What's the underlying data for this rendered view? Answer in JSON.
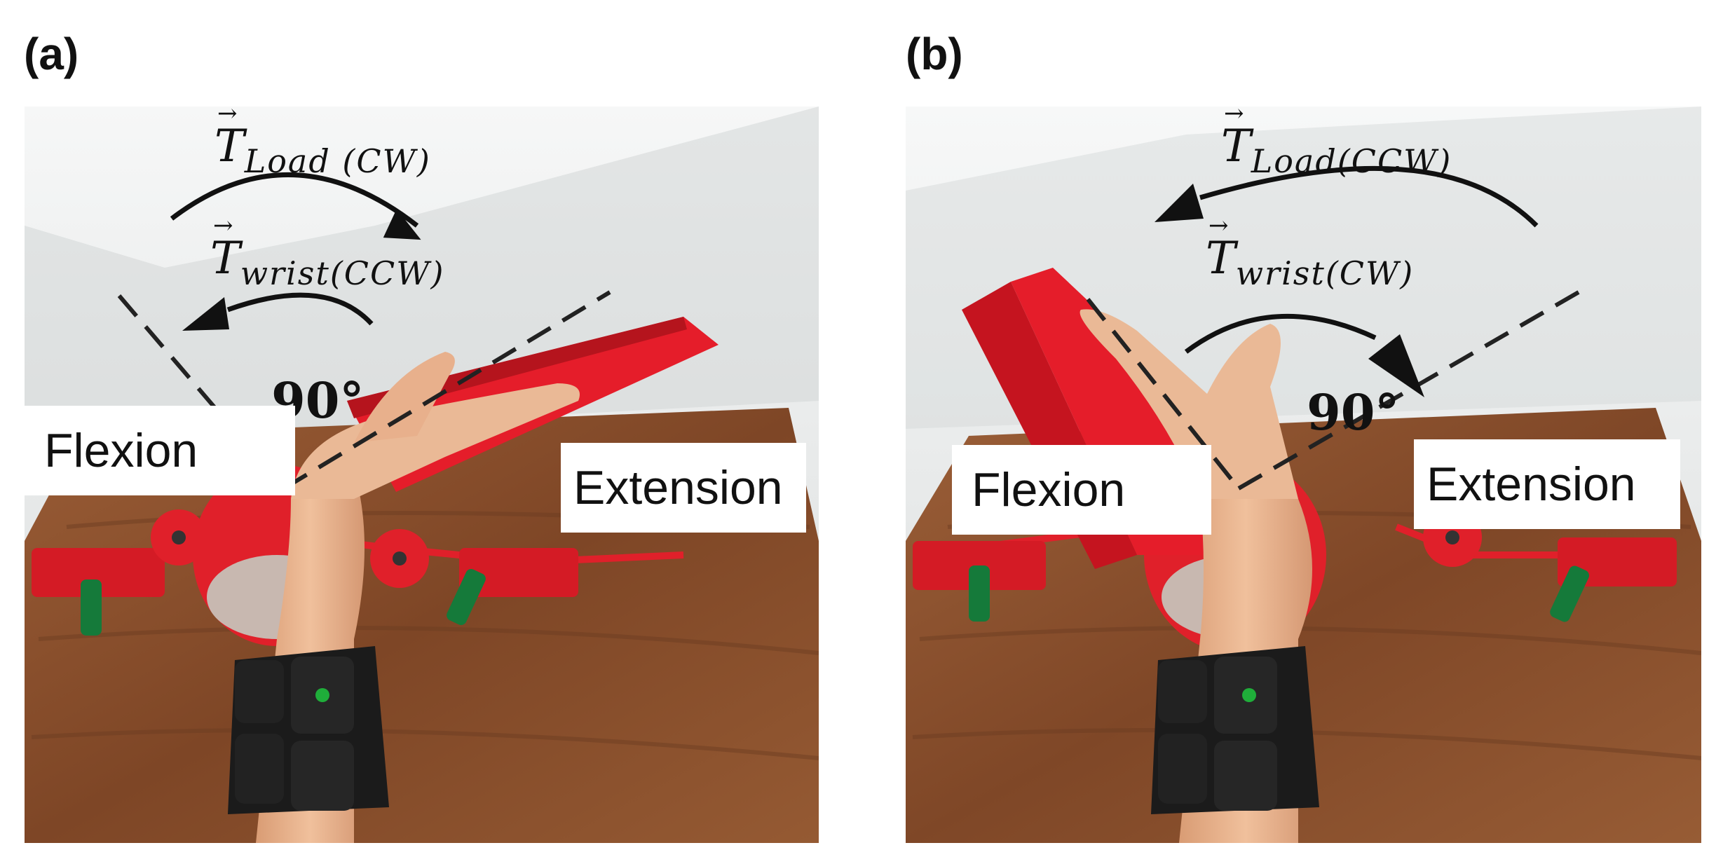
{
  "figure": {
    "panels": [
      {
        "id": "a",
        "letter": "(a)",
        "flexion_label": "Flexion",
        "extension_label": "Extension",
        "angle_label": "90°",
        "load_torque": {
          "symbol": "T",
          "subscript": "Load (CW)",
          "direction": "clockwise"
        },
        "wrist_torque": {
          "symbol": "T",
          "subscript": "wrist(CCW)",
          "direction": "counter-clockwise"
        },
        "hand_position": "extension"
      },
      {
        "id": "b",
        "letter": "(b)",
        "flexion_label": "Flexion",
        "extension_label": "Extension",
        "angle_label": "90°",
        "load_torque": {
          "symbol": "T",
          "subscript": "Load(CCW)",
          "direction": "counter-clockwise"
        },
        "wrist_torque": {
          "symbol": "T",
          "subscript": "wrist(CW)",
          "direction": "clockwise"
        },
        "hand_position": "flexion"
      }
    ],
    "colors": {
      "wall": "#eef0f0",
      "table": "#8a5230",
      "table_dark": "#6b3c22",
      "device_red": "#e0202a",
      "skin": "#e9b48e",
      "band": "#1b1b1b",
      "led": "#1fae3a",
      "battery": "#157a3a"
    }
  }
}
